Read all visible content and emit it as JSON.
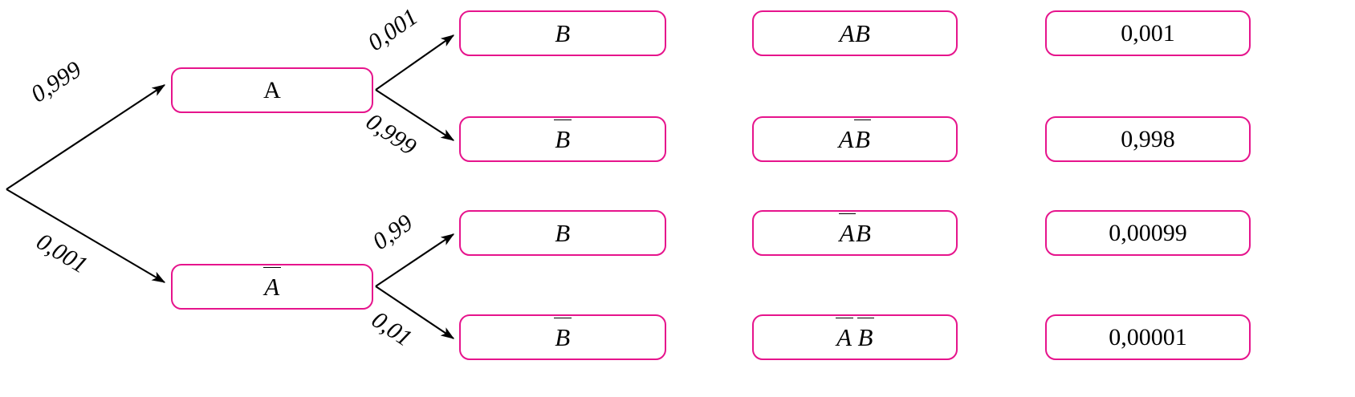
{
  "diagram": {
    "title": "probability-tree-diagram",
    "accent_color": "#e6148c",
    "line_color": "#000000",
    "background": "#ffffff"
  },
  "root": {
    "label": ""
  },
  "level1": {
    "nodes": [
      {
        "id": "A",
        "text": "A",
        "overline": false
      },
      {
        "id": "Abar",
        "text": "A",
        "overline": true
      }
    ],
    "edges": [
      {
        "id": "root-to-A",
        "probability": "0,999"
      },
      {
        "id": "root-to-Abar",
        "probability": "0,001"
      }
    ]
  },
  "level2": {
    "nodes": [
      {
        "id": "A-B",
        "text": "B",
        "overline": false
      },
      {
        "id": "A-Bbar",
        "text": "B",
        "overline": true
      },
      {
        "id": "Abar-B",
        "text": "B",
        "overline": false
      },
      {
        "id": "Abar-Bbar",
        "text": "B",
        "overline": true
      }
    ],
    "edges": [
      {
        "id": "A-to-B",
        "probability": "0,001"
      },
      {
        "id": "A-to-Bbar",
        "probability": "0,999"
      },
      {
        "id": "Abar-to-B",
        "probability": "0,99"
      },
      {
        "id": "Abar-to-Bbar",
        "probability": "0,01"
      }
    ]
  },
  "outcomes": {
    "items": [
      {
        "id": "AB",
        "first": "A",
        "first_overline": false,
        "second": "B",
        "second_overline": false
      },
      {
        "id": "ABbar",
        "first": "A",
        "first_overline": false,
        "second": "B",
        "second_overline": true
      },
      {
        "id": "AbarB",
        "first": "A",
        "first_overline": true,
        "second": "B",
        "second_overline": false
      },
      {
        "id": "AbarBbar",
        "first": "A",
        "first_overline": true,
        "second": "B",
        "second_overline": true
      }
    ]
  },
  "probabilities": {
    "items": [
      {
        "id": "p-AB",
        "value": "0,001"
      },
      {
        "id": "p-ABbar",
        "value": "0,998"
      },
      {
        "id": "p-AbarB",
        "value": "0,00099"
      },
      {
        "id": "p-AbarBbar",
        "value": "0,00001"
      }
    ]
  },
  "chart_data": {
    "type": "tree",
    "title": "Probability tree diagram",
    "levels": 2,
    "branches": [
      {
        "node": "A",
        "probability": 0.999,
        "children": [
          {
            "node": "B",
            "probability": 0.001,
            "outcome": "AB",
            "joint": 0.001
          },
          {
            "node": "B̅",
            "probability": 0.999,
            "outcome": "AB̅",
            "joint": 0.998
          }
        ]
      },
      {
        "node": "A̅",
        "probability": 0.001,
        "children": [
          {
            "node": "B",
            "probability": 0.99,
            "outcome": "A̅B",
            "joint": 0.00099
          },
          {
            "node": "B̅",
            "probability": 0.01,
            "outcome": "A̅B̅",
            "joint": 1e-05
          }
        ]
      }
    ]
  }
}
